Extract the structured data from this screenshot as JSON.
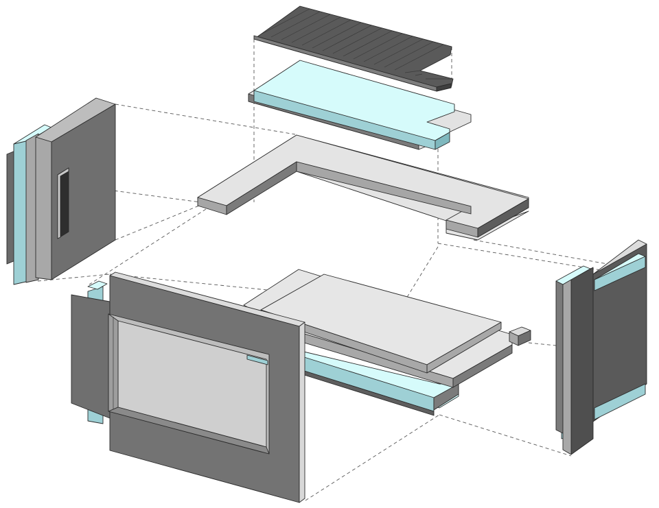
{
  "diagram": {
    "type": "exploded-axonometric",
    "components": [
      "roof-cladding",
      "roof-insulation-slab",
      "ring-beam",
      "left-wall-panel",
      "right-wall-panel",
      "front-wall-panel",
      "window",
      "floor-slab",
      "floor-insulation"
    ]
  },
  "colors": {
    "background": "#ffffff",
    "light_grey": "#e2e2e2",
    "mid_grey": "#a8a8a8",
    "dark_grey": "#6f6f6f",
    "darkest_grey": "#5a5a5a",
    "insulation_top": "#d6fbfb",
    "insulation_side": "#9ed0d5",
    "glass": "#cfcfcf",
    "line": "#2a2a2a"
  }
}
